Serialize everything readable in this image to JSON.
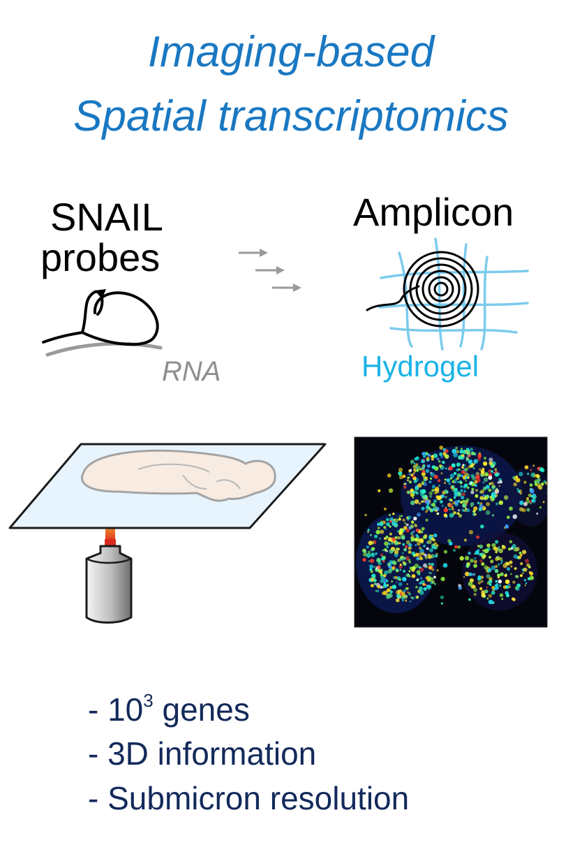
{
  "title": {
    "line1": "Imaging-based",
    "line2": "Spatial transcriptomics"
  },
  "probes": {
    "line1": "SNAIL",
    "line2": "probes",
    "rna_label": "RNA"
  },
  "amplicon": {
    "label": "Amplicon",
    "hydrogel_label": "Hydrogel"
  },
  "bullets": [
    {
      "prefix": "- 10",
      "sup": "3",
      "suffix": " genes"
    },
    {
      "text": "- 3D information"
    },
    {
      "text": "- Submicron resolution"
    }
  ],
  "colors": {
    "title": "#1a78c2",
    "hydrogel": "#1ab3e6",
    "rna": "#8f8f8f",
    "bullets": "#13295a"
  }
}
